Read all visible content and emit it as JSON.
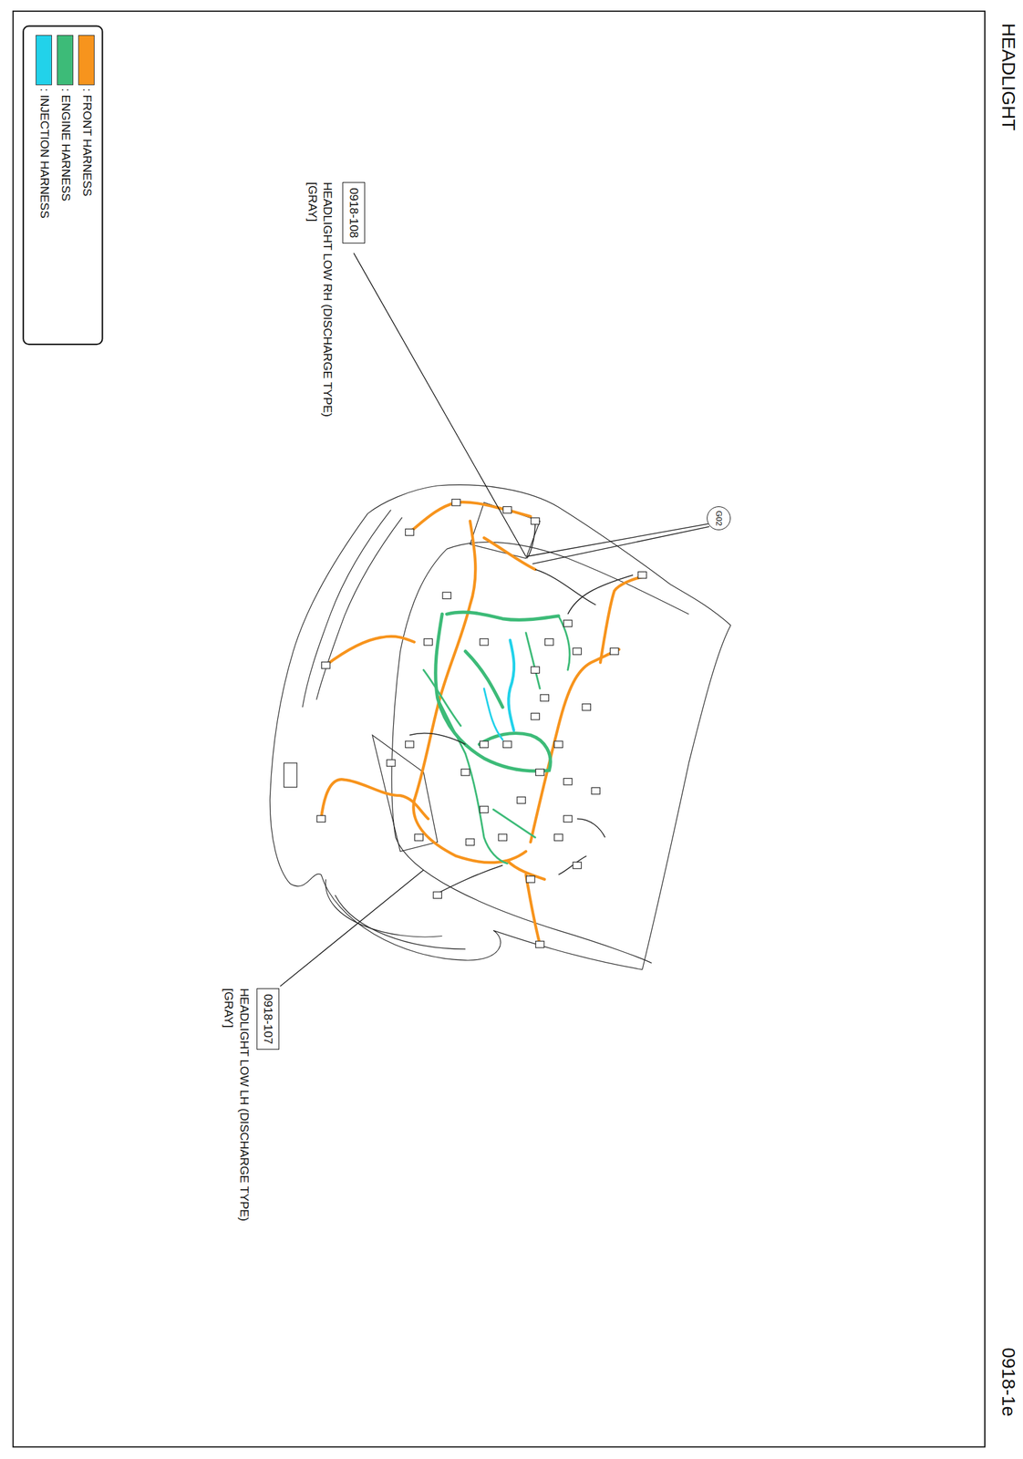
{
  "diagram": {
    "title": "HEADLIGHT",
    "nodes": [
      {
        "text": [
          "0918-108"
        ]
      },
      {
        "text": [
          "G02"
        ]
      },
      {
        "text": [
          "0918-107"
        ]
      }
    ],
    "labels": [
      "HEADLIGHT LOW RH (DISCHARGE TYPE)",
      "[GRAY]",
      "HEADLIGHT LOW LH (DISCHARGE TYPE)",
      "[GRAY]",
      "0918-1e"
    ],
    "legend": [
      {
        "text": ": FRONT HARNESS",
        "color": "#f7941d"
      },
      {
        "text": ": ENGINE HARNESS",
        "color": "#3dbb78"
      },
      {
        "text": ": INJECTION HARNESS",
        "color": "#22d2ea"
      }
    ]
  }
}
